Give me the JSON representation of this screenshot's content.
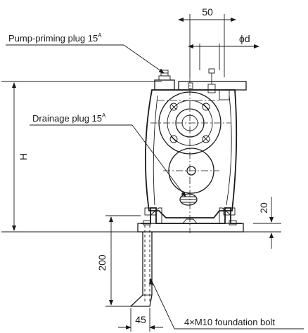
{
  "labels": {
    "pump_priming_plug": "Pump-priming plug 15",
    "drainage_plug": "Drainage plug 15",
    "size_suffix": "A",
    "foundation_bolt": "4×M10 foundation bolt"
  },
  "dimensions": {
    "top_width": "50",
    "bore": "ϕd",
    "height": "H",
    "base_thickness": "20",
    "bolt_depth": "200",
    "bolt_hook": "45"
  }
}
